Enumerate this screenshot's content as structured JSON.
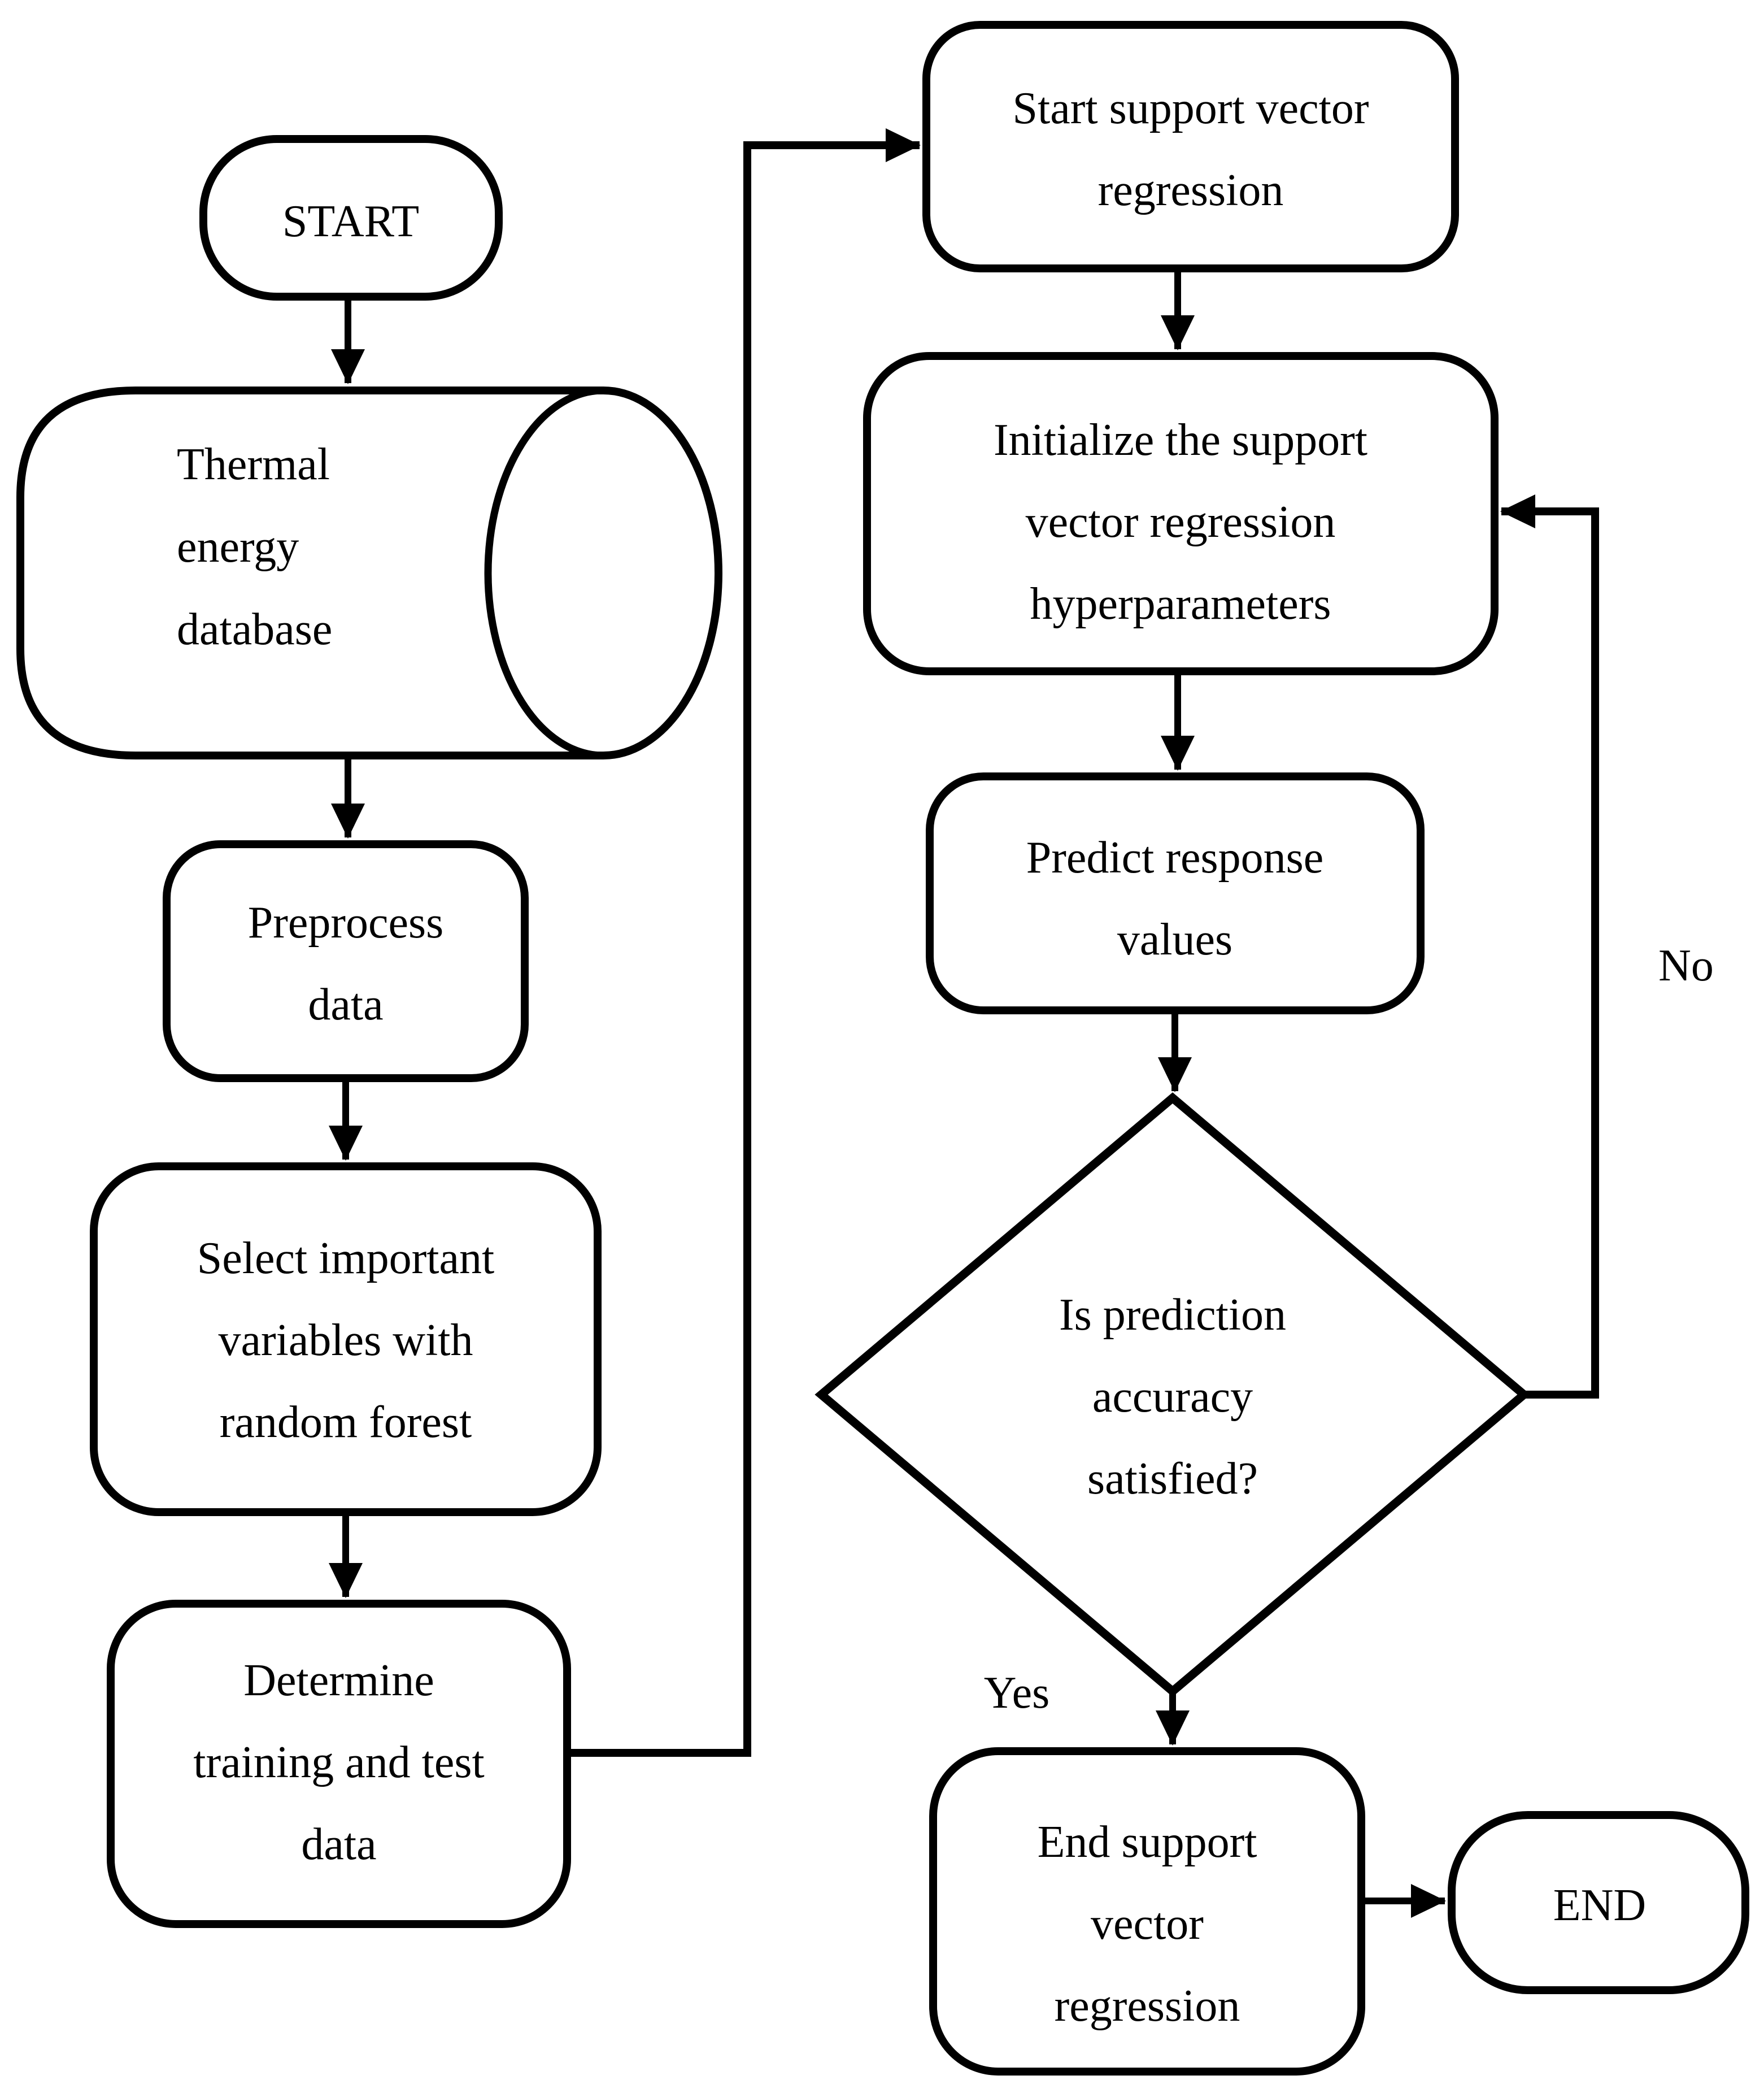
{
  "flowchart": {
    "background": "#ffffff",
    "line_color": "#000000",
    "text_color": "#000000",
    "nodes": {
      "start": {
        "type": "terminator",
        "label": "START"
      },
      "database": {
        "type": "database-cylinder",
        "lines": [
          "Thermal",
          "energy",
          "database"
        ]
      },
      "preprocess": {
        "type": "process",
        "lines": [
          "Preprocess",
          "data"
        ]
      },
      "select_variables": {
        "type": "process",
        "lines": [
          "Select important",
          "variables with",
          "random forest"
        ]
      },
      "determine_data": {
        "type": "process",
        "lines": [
          "Determine",
          "training and test",
          "data"
        ]
      },
      "start_svr": {
        "type": "process",
        "lines": [
          "Start support vector",
          "regression"
        ]
      },
      "initialize_svr": {
        "type": "process",
        "lines": [
          "Initialize the support",
          "vector regression",
          "hyperparameters"
        ]
      },
      "predict_values": {
        "type": "process",
        "lines": [
          "Predict response",
          "values"
        ]
      },
      "accuracy_decision": {
        "type": "decision",
        "lines": [
          "Is prediction",
          "accuracy",
          "satisfied?"
        ]
      },
      "end_svr": {
        "type": "process",
        "lines": [
          "End support",
          "vector",
          "regression"
        ]
      },
      "end": {
        "type": "terminator",
        "label": "END"
      }
    },
    "edge_labels": {
      "no": "No",
      "yes": "Yes"
    }
  }
}
